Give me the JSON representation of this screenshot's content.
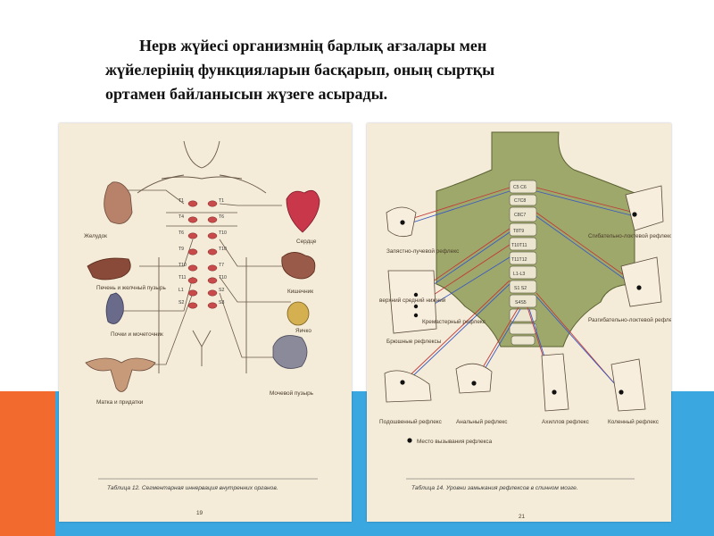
{
  "heading": {
    "line1": "Нерв жүйесі организмнің барлық ағзалары мен",
    "line2": "жүйелерінің  функцияларын басқарып, оның сыртқы",
    "line3": "ортамен байланысын жүзеге асырады."
  },
  "left_plate": {
    "caption": "Таблица 12. Сегментарная иннервация внутренних органов.",
    "page_number": "19",
    "organs": {
      "stomach": "Желудок",
      "liver": "Печень и желчный пузырь",
      "pancreas": "Почки и мочеточник",
      "uterus": "Матка и придатки",
      "heart": "Сердце",
      "intestine": "Кишечник",
      "ovary": "Яичко",
      "bladder": "Мочевой пузырь"
    },
    "segments_left": [
      "T1",
      "T4",
      "T6",
      "T9",
      "T10",
      "T11",
      "L1",
      "S2"
    ],
    "segments_right": [
      "T1",
      "T6",
      "T10",
      "T10",
      "T7",
      "T10",
      "S2",
      "S3"
    ]
  },
  "right_plate": {
    "caption": "Таблица 14. Уровни замыкания рефлексов в спинном мозге.",
    "page_number": "21",
    "legend": "Место вызывания рефлекса",
    "reflexes": {
      "wrist": "Запястно-лучевой рефлекс",
      "abdominal_upper": "верхний средний нижний",
      "cremaster": "Кремастерный рефлекс",
      "abdominal": "Брюшные рефлексы",
      "plantar": "Подошвенный рефлекс",
      "anal": "Анальный рефлекс",
      "achilles": "Ахиллов рефлекс",
      "knee": "Коленный рефлекс",
      "flexor_elbow": "Сгибательно-локтевой рефлекс",
      "extensor_elbow": "Разгибательно-локтевой рефлекс"
    },
    "spine_labels": [
      "C5 C6",
      "C7C8",
      "C8C7",
      "T8T9",
      "T10T11",
      "T11T12",
      "L1-L3",
      "S1 S2",
      "S4S5"
    ]
  },
  "colors": {
    "orange_band": "#f26a2e",
    "blue_band": "#3ba7e0",
    "paper": "#f4ecd9",
    "body_green": "#9ea86a"
  }
}
